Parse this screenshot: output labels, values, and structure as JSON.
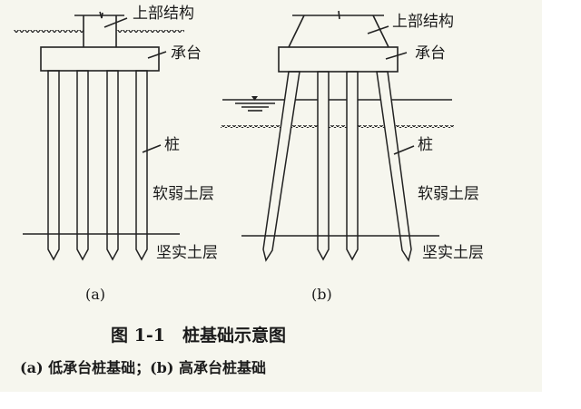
{
  "figure": {
    "diagram_a": {
      "labels": {
        "superstructure": "上部结构",
        "pile_cap": "承台",
        "pile": "桩",
        "soft_soil": "软弱土层",
        "firm_soil": "坚实土层"
      },
      "caption": "(a)"
    },
    "diagram_b": {
      "labels": {
        "superstructure": "上部结构",
        "pile_cap": "承台",
        "pile": "桩",
        "soft_soil": "软弱土层",
        "firm_soil": "坚实土层"
      },
      "caption": "(b)"
    },
    "title": "图 1-1　桩基础示意图",
    "subtitle": "(a) 低承台桩基础；(b) 高承台桩基础"
  }
}
